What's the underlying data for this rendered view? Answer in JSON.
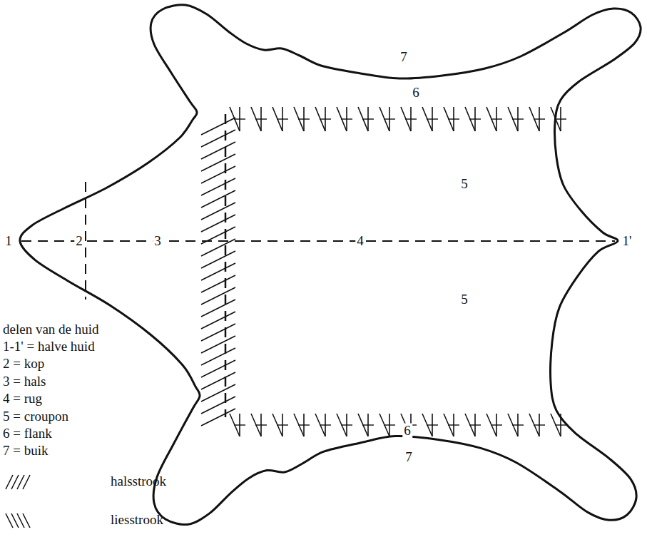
{
  "diagram": {
    "labels": [
      "1",
      "2",
      "3",
      "4",
      "1'",
      "5",
      "5",
      "6",
      "7",
      "6",
      "7",
      "delen van de huid",
      "1-1' = halve huid",
      "2 = kop",
      "3 = hals",
      "4 = rug",
      "5 = croupon",
      "6 = flank",
      "7 = buik"
    ],
    "legend": [
      {
        "text": "halsstrook"
      },
      {
        "text": "liesstrook"
      }
    ]
  }
}
